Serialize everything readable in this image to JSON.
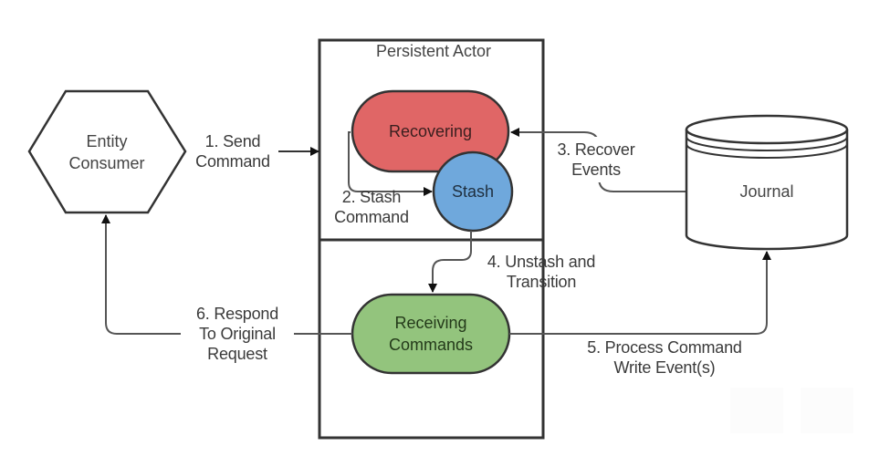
{
  "diagram": {
    "colors": {
      "recovering_fill": "#e06666",
      "stash_fill": "#6fa8dc",
      "receiving_fill": "#93c47d",
      "stroke": "#333333",
      "connector": "#555555"
    },
    "nodes": {
      "entity_consumer": {
        "lines": [
          "Entity",
          "Consumer"
        ]
      },
      "persistent_actor": {
        "title": "Persistent Actor"
      },
      "recovering": {
        "label": "Recovering"
      },
      "stash": {
        "label": "Stash"
      },
      "receiving": {
        "lines": [
          "Receiving",
          "Commands"
        ]
      },
      "journal": {
        "label": "Journal"
      }
    },
    "edges": {
      "send_command": {
        "lines": [
          "1. Send",
          "Command"
        ]
      },
      "stash_command": {
        "lines": [
          "2. Stash",
          "Command"
        ]
      },
      "recover_events": {
        "lines": [
          "3. Recover",
          "Events"
        ]
      },
      "unstash_transition": {
        "lines": [
          "4. Unstash and",
          "Transition"
        ]
      },
      "process_command": {
        "lines": [
          "5. Process Command",
          "Write Event(s)"
        ]
      },
      "respond": {
        "lines": [
          "6. Respond",
          "To Original",
          "Request"
        ]
      }
    }
  }
}
